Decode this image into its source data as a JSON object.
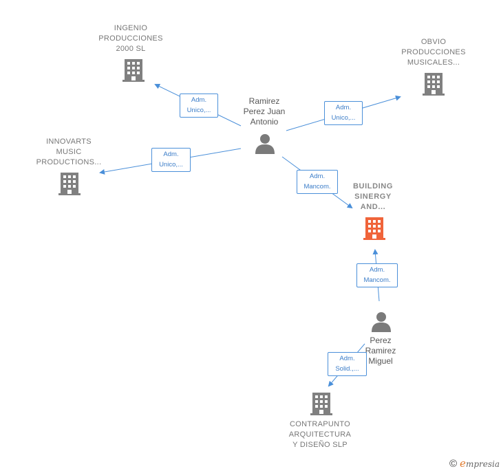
{
  "companies": [
    {
      "id": "ingenio",
      "name": "INGENIO\nPRODUCCIONES\n2000  SL",
      "highlight": false
    },
    {
      "id": "obvio",
      "name": "OBVIO\nPRODUCCIONES\nMUSICALES...",
      "highlight": false
    },
    {
      "id": "innovarts",
      "name": "INNOVARTS\nMUSIC\nPRODUCTIONS...",
      "highlight": false
    },
    {
      "id": "building",
      "name": "BUILDING\nSINERGY\nAND...",
      "highlight": true
    },
    {
      "id": "contrapunto",
      "name": "CONTRAPUNTO\nARQUITECTURA\nY DISEÑO  SLP",
      "highlight": false
    }
  ],
  "people": [
    {
      "id": "ramirez",
      "name": "Ramirez\nPerez Juan\nAntonio"
    },
    {
      "id": "perez",
      "name": "Perez\nRamirez\nMiguel"
    }
  ],
  "relations": [
    {
      "id": "r1",
      "label": "Adm.\nUnico,..."
    },
    {
      "id": "r2",
      "label": "Adm.\nUnico,..."
    },
    {
      "id": "r3",
      "label": "Adm.\nUnico,..."
    },
    {
      "id": "r4",
      "label": "Adm.\nMancom."
    },
    {
      "id": "r5",
      "label": "Adm.\nMancom."
    },
    {
      "id": "r6",
      "label": "Adm.\nSolid.,..."
    }
  ],
  "footer": {
    "copyright": "©",
    "brand_initial": "e",
    "brand_rest": "mpresia"
  },
  "colors": {
    "edge": "#4a8fd9",
    "building_default": "#808080",
    "building_highlight": "#f0643a",
    "person": "#7a7a7a"
  },
  "icons": {
    "company": "building-icon",
    "person": "person-icon"
  }
}
